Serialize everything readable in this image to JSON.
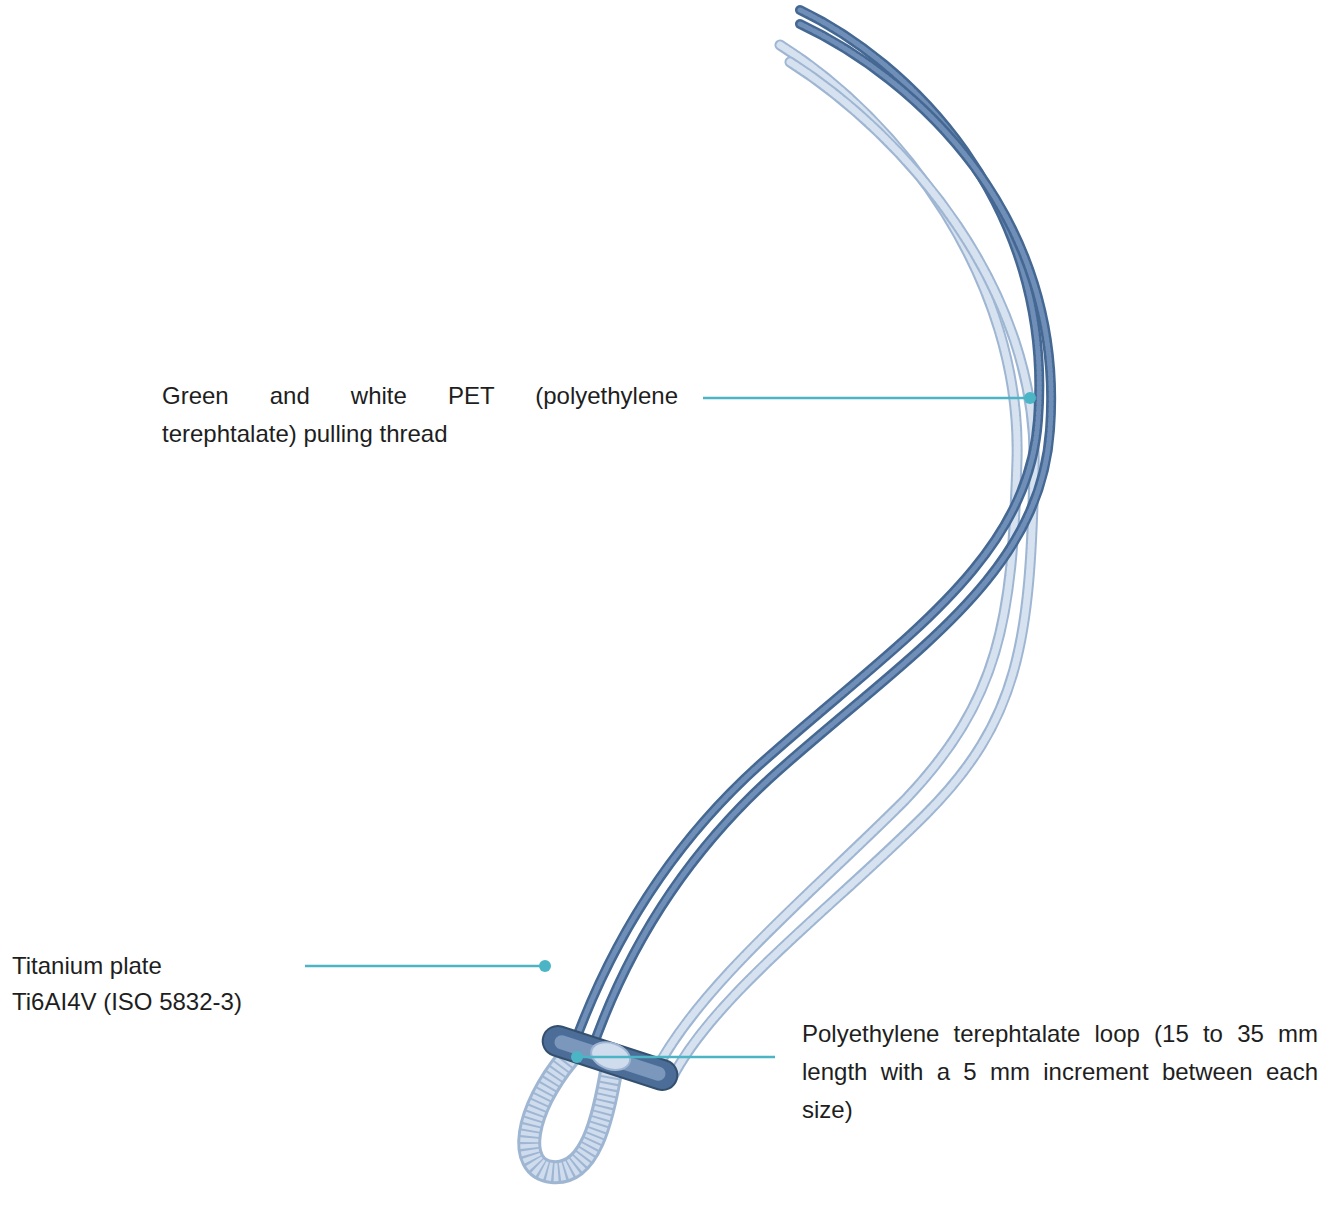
{
  "diagram": {
    "labels": [
      "Green and white PET (polyethylene terephtalate) pulling thread",
      "Titanium plate",
      "Ti6AI4V (ISO 5832-3)",
      "Polyethylene terephtalate loop (15 to 35 mm length with a 5 mm increment between each size)"
    ]
  }
}
